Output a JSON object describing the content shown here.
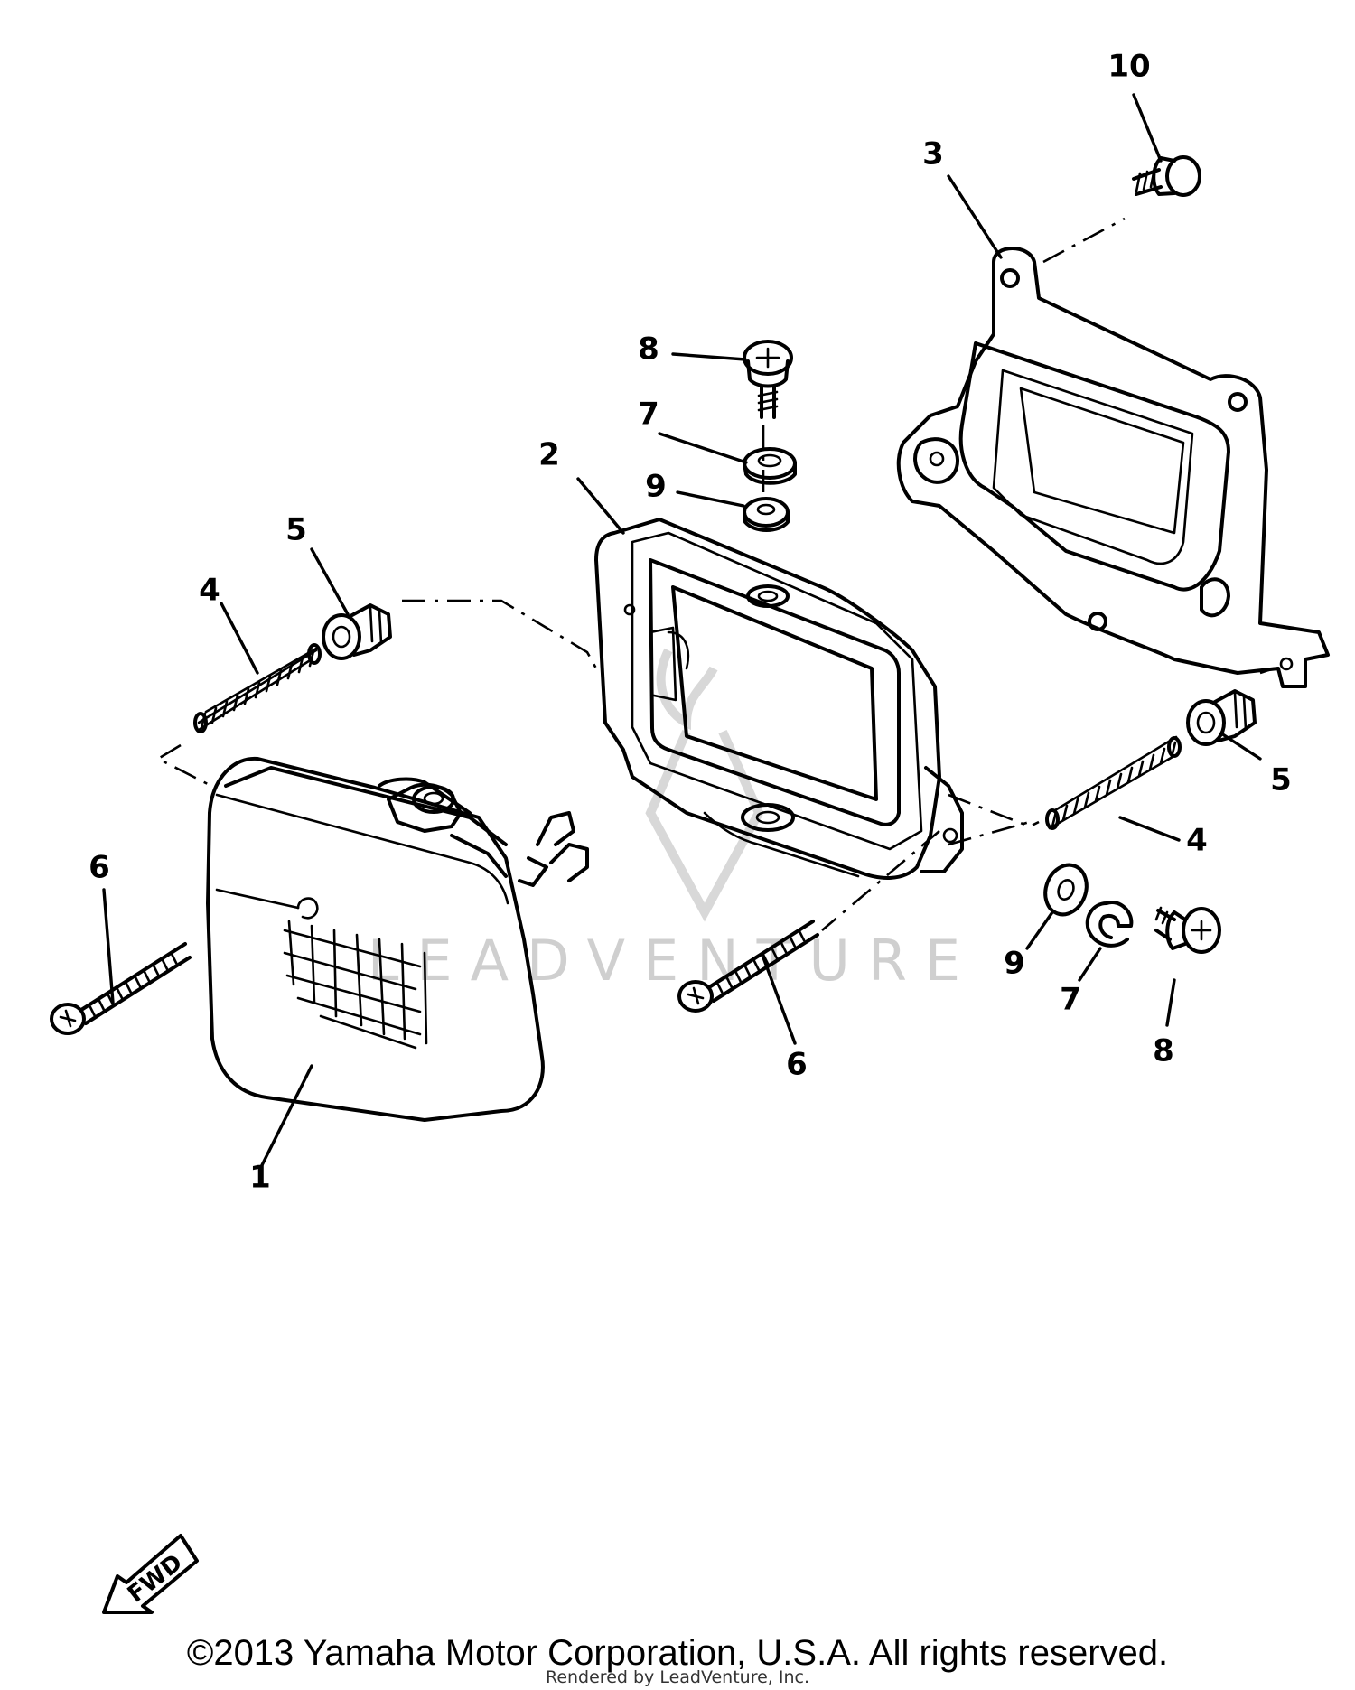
{
  "diagram": {
    "callouts": [
      "1",
      "2",
      "3",
      "4",
      "4",
      "5",
      "5",
      "6",
      "6",
      "7",
      "7",
      "8",
      "8",
      "9",
      "9",
      "10"
    ],
    "watermark": "LEADVENTURE",
    "direction_marker": "FWD"
  },
  "footer": {
    "copyright": "©2013 Yamaha Motor Corporation, U.S.A. All rights reserved.",
    "rendered_by": "Rendered by LeadVenture, Inc."
  }
}
